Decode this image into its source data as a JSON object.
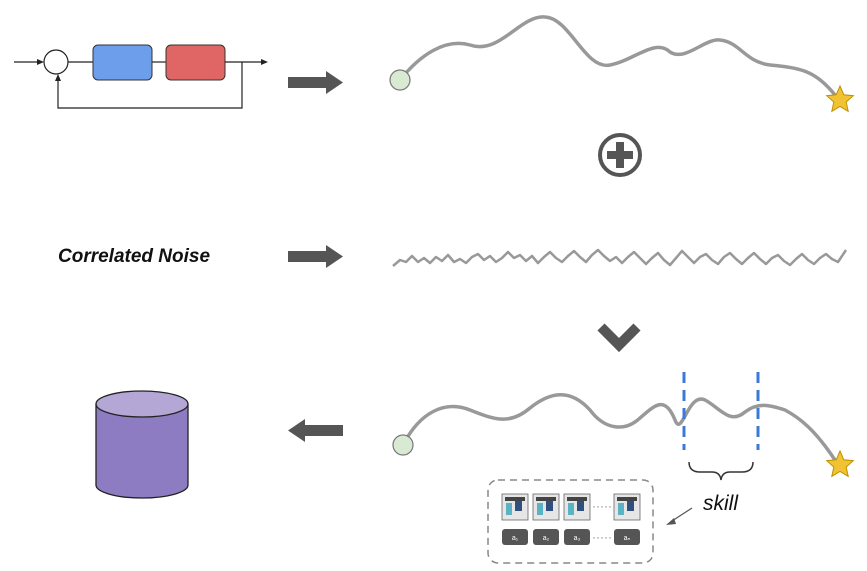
{
  "labels": {
    "correlated_noise": "Correlated Noise",
    "skill": "skill",
    "ellipsis": "·····"
  },
  "actions": [
    "a₁",
    "a₂",
    "a₃",
    "aₙ"
  ],
  "colors": {
    "controller_block": "#6699ee",
    "plant_block": "#e06666",
    "trajectory": "#999999",
    "start_node": "#d9ead3",
    "goal_star": "#f1c232",
    "arrow": "#555555",
    "database": "#8e7cc3",
    "skill_boundary": "#3c78d8"
  },
  "icons": {
    "plus": "circle-plus-icon",
    "merge": "chevron-down-icon",
    "database": "cylinder-database-icon",
    "goal": "star-icon"
  }
}
